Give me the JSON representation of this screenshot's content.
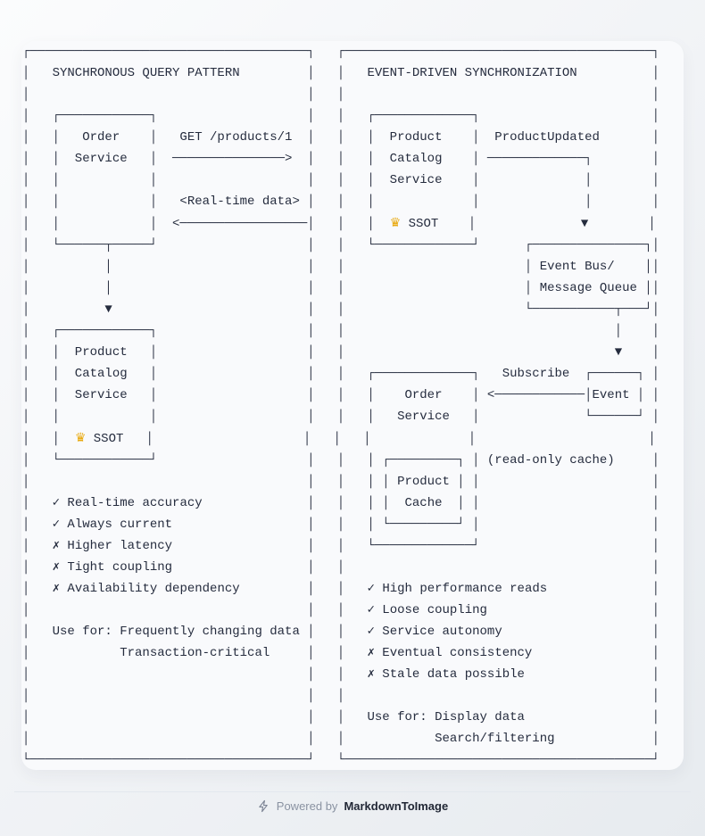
{
  "diagram": {
    "lines": [
      "┌─────────────────────────────────────┐   ┌─────────────────────────────────────────┐",
      "│   SYNCHRONOUS QUERY PATTERN         │   │   EVENT-DRIVEN SYNCHRONIZATION          │",
      "│                                     │   │                                         │",
      "│   ┌────────────┐                    │   │   ┌─────────────┐                       │",
      "│   │   Order    │   GET /products/1  │   │   │  Product    │  ProductUpdated       │",
      "│   │  Service   │  ───────────────>  │   │   │  Catalog    │ ─────────────┐        │",
      "│   │            │                    │   │   │  Service    │              │        │",
      "│   │            │   <Real-time data> │   │   │             │              │        │",
      "│   │            │  <─────────────────│   │   │  👑 SSOT    │              ▼        │",
      "│   └──────┬─────┘                    │   │   └─────────────┘      ┌───────────────┐│",
      "│          │                          │   │                        │ Event Bus/    ││",
      "│          │                          │   │                        │ Message Queue ││",
      "│          ▼                          │   │                        └───────────┬───┘│",
      "│   ┌────────────┐                    │   │                                    │    │",
      "│   │  Product   │                    │   │                                    ▼    │",
      "│   │  Catalog   │                    │   │   ┌─────────────┐   Subscribe  ┌──────┐ │",
      "│   │  Service   │                    │   │   │    Order    │ <────────────│Event │ │",
      "│   │            │                    │   │   │   Service   │              └──────┘ │",
      "│   │  👑 SSOT   │                    │   │   │             │                       │",
      "│   └────────────┘                    │   │   │ ┌─────────┐ │ (read-only cache)     │",
      "│                                     │   │   │ │ Product │ │                       │",
      "│   ✓ Real-time accuracy              │   │   │ │  Cache  │ │                       │",
      "│   ✓ Always current                  │   │   │ └─────────┘ │                       │",
      "│   ✗ Higher latency                  │   │   └─────────────┘                       │",
      "│   ✗ Tight coupling                  │   │                                         │",
      "│   ✗ Availability dependency         │   │   ✓ High performance reads              │",
      "│                                     │   │   ✓ Loose coupling                      │",
      "│   Use for: Frequently changing data │   │   ✓ Service autonomy                    │",
      "│            Transaction-critical     │   │   ✗ Eventual consistency                │",
      "│                                     │   │   ✗ Stale data possible                 │",
      "│                                     │   │                                         │",
      "│                                     │   │   Use for: Display data                 │",
      "│                                     │   │            Search/filtering             │",
      "└─────────────────────────────────────┘   └─────────────────────────────────────────┘"
    ],
    "panels": [
      {
        "title": "SYNCHRONOUS QUERY PATTERN",
        "nodes": [
          "Order Service",
          "Product Catalog Service 👑 SSOT"
        ],
        "arrows": [
          "GET /products/1",
          "<Real-time data>"
        ],
        "pros": [
          "Real-time accuracy",
          "Always current"
        ],
        "cons": [
          "Higher latency",
          "Tight coupling",
          "Availability dependency"
        ],
        "use_for": [
          "Frequently changing data",
          "Transaction-critical"
        ]
      },
      {
        "title": "EVENT-DRIVEN SYNCHRONIZATION",
        "nodes": [
          "Product Catalog Service 👑 SSOT",
          "Event Bus/ Message Queue",
          "Order Service",
          "Product Cache (read-only cache)",
          "Event"
        ],
        "arrows": [
          "ProductUpdated",
          "Subscribe"
        ],
        "pros": [
          "High performance reads",
          "Loose coupling",
          "Service autonomy"
        ],
        "cons": [
          "Eventual consistency",
          "Stale data possible"
        ],
        "use_for": [
          "Display data",
          "Search/filtering"
        ]
      }
    ]
  },
  "footer": {
    "powered_by": "Powered by",
    "brand": "MarkdownToImage",
    "icon": "lightning-bolt-icon"
  },
  "colors": {
    "diagram_text": "#252c3e",
    "card_bg": "#f9fafc",
    "page_bg_start": "#fbfcfd",
    "page_bg_end": "#e7ebef",
    "divider": "#e3e8ee",
    "footer_muted": "#8a93a2",
    "footer_brand": "#222836",
    "crown": "#e8a80c"
  }
}
